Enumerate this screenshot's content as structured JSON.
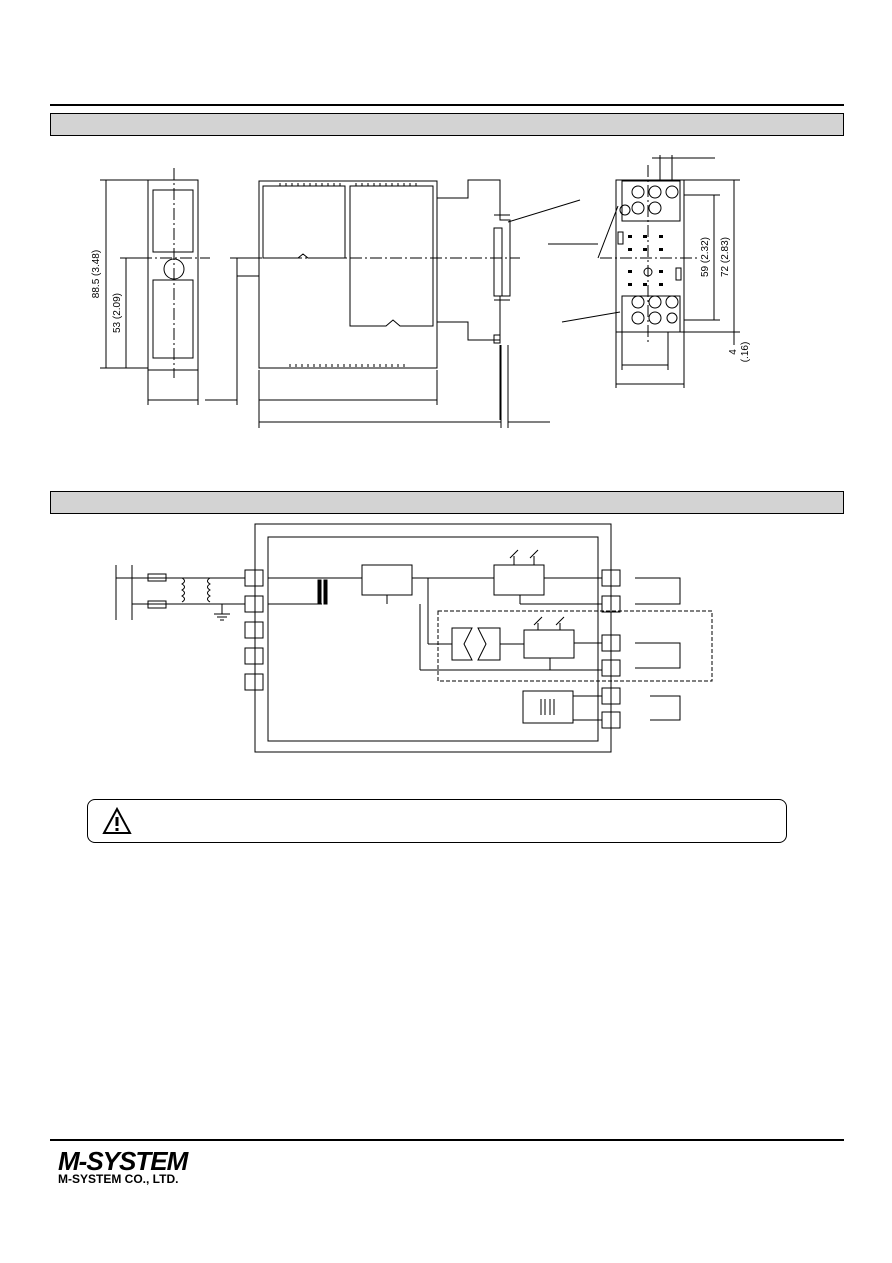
{
  "dimensions": {
    "height_total": "88.5 (3.48)",
    "height_center": "53 (2.09)",
    "socket_inner": "59 (2.32)",
    "socket_outer": "72 (2.83)",
    "socket_offset": "4",
    "socket_offset_in": "(.16)"
  },
  "warning": {
    "icon": "warning-triangle-icon"
  },
  "footer": {
    "logo": "M-SYSTEM",
    "company": "M-SYSTEM CO., LTD."
  }
}
